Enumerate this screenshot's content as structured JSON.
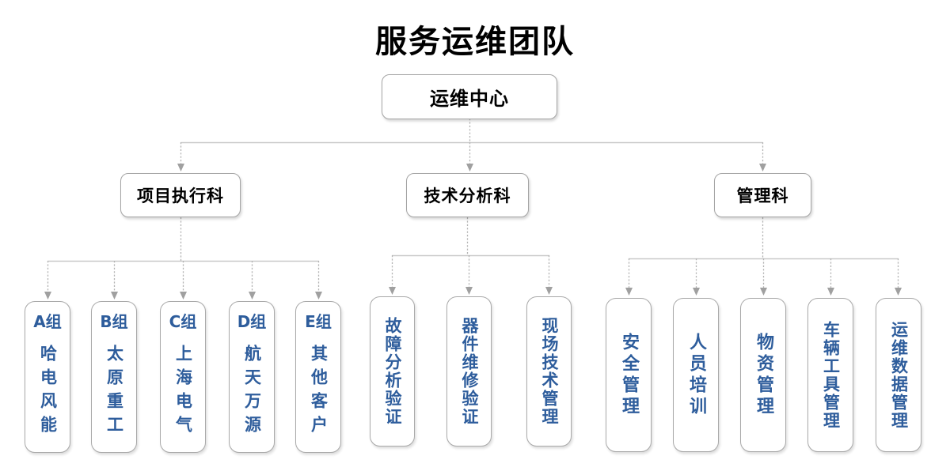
{
  "org": {
    "title": "服务运维团队",
    "root": {
      "label": "运维中心"
    },
    "branches": [
      {
        "label": "项目执行科",
        "children": [
          {
            "group": "A组",
            "name": "哈电风能"
          },
          {
            "group": "B组",
            "name": "太原重工"
          },
          {
            "group": "C组",
            "name": "上海电气"
          },
          {
            "group": "D组",
            "name": "航天万源"
          },
          {
            "group": "E组",
            "name": "其他客户"
          }
        ]
      },
      {
        "label": "技术分析科",
        "children": [
          {
            "name": "故障分析验证"
          },
          {
            "name": "器件维修验证"
          },
          {
            "name": "现场技术管理"
          }
        ]
      },
      {
        "label": "管理科",
        "children": [
          {
            "name": "安全管理"
          },
          {
            "name": "人员培训"
          },
          {
            "name": "物资管理"
          },
          {
            "name": "车辆工具管理"
          },
          {
            "name": "运维数据管理"
          }
        ]
      }
    ]
  },
  "colors": {
    "title_text": "#000000",
    "node_text": "#000000",
    "leaf_text": "#2e5d9c",
    "box_border": "#a9a9a9",
    "connector_line": "#b3b3b3",
    "connector_arrow": "#a0a0a0"
  }
}
